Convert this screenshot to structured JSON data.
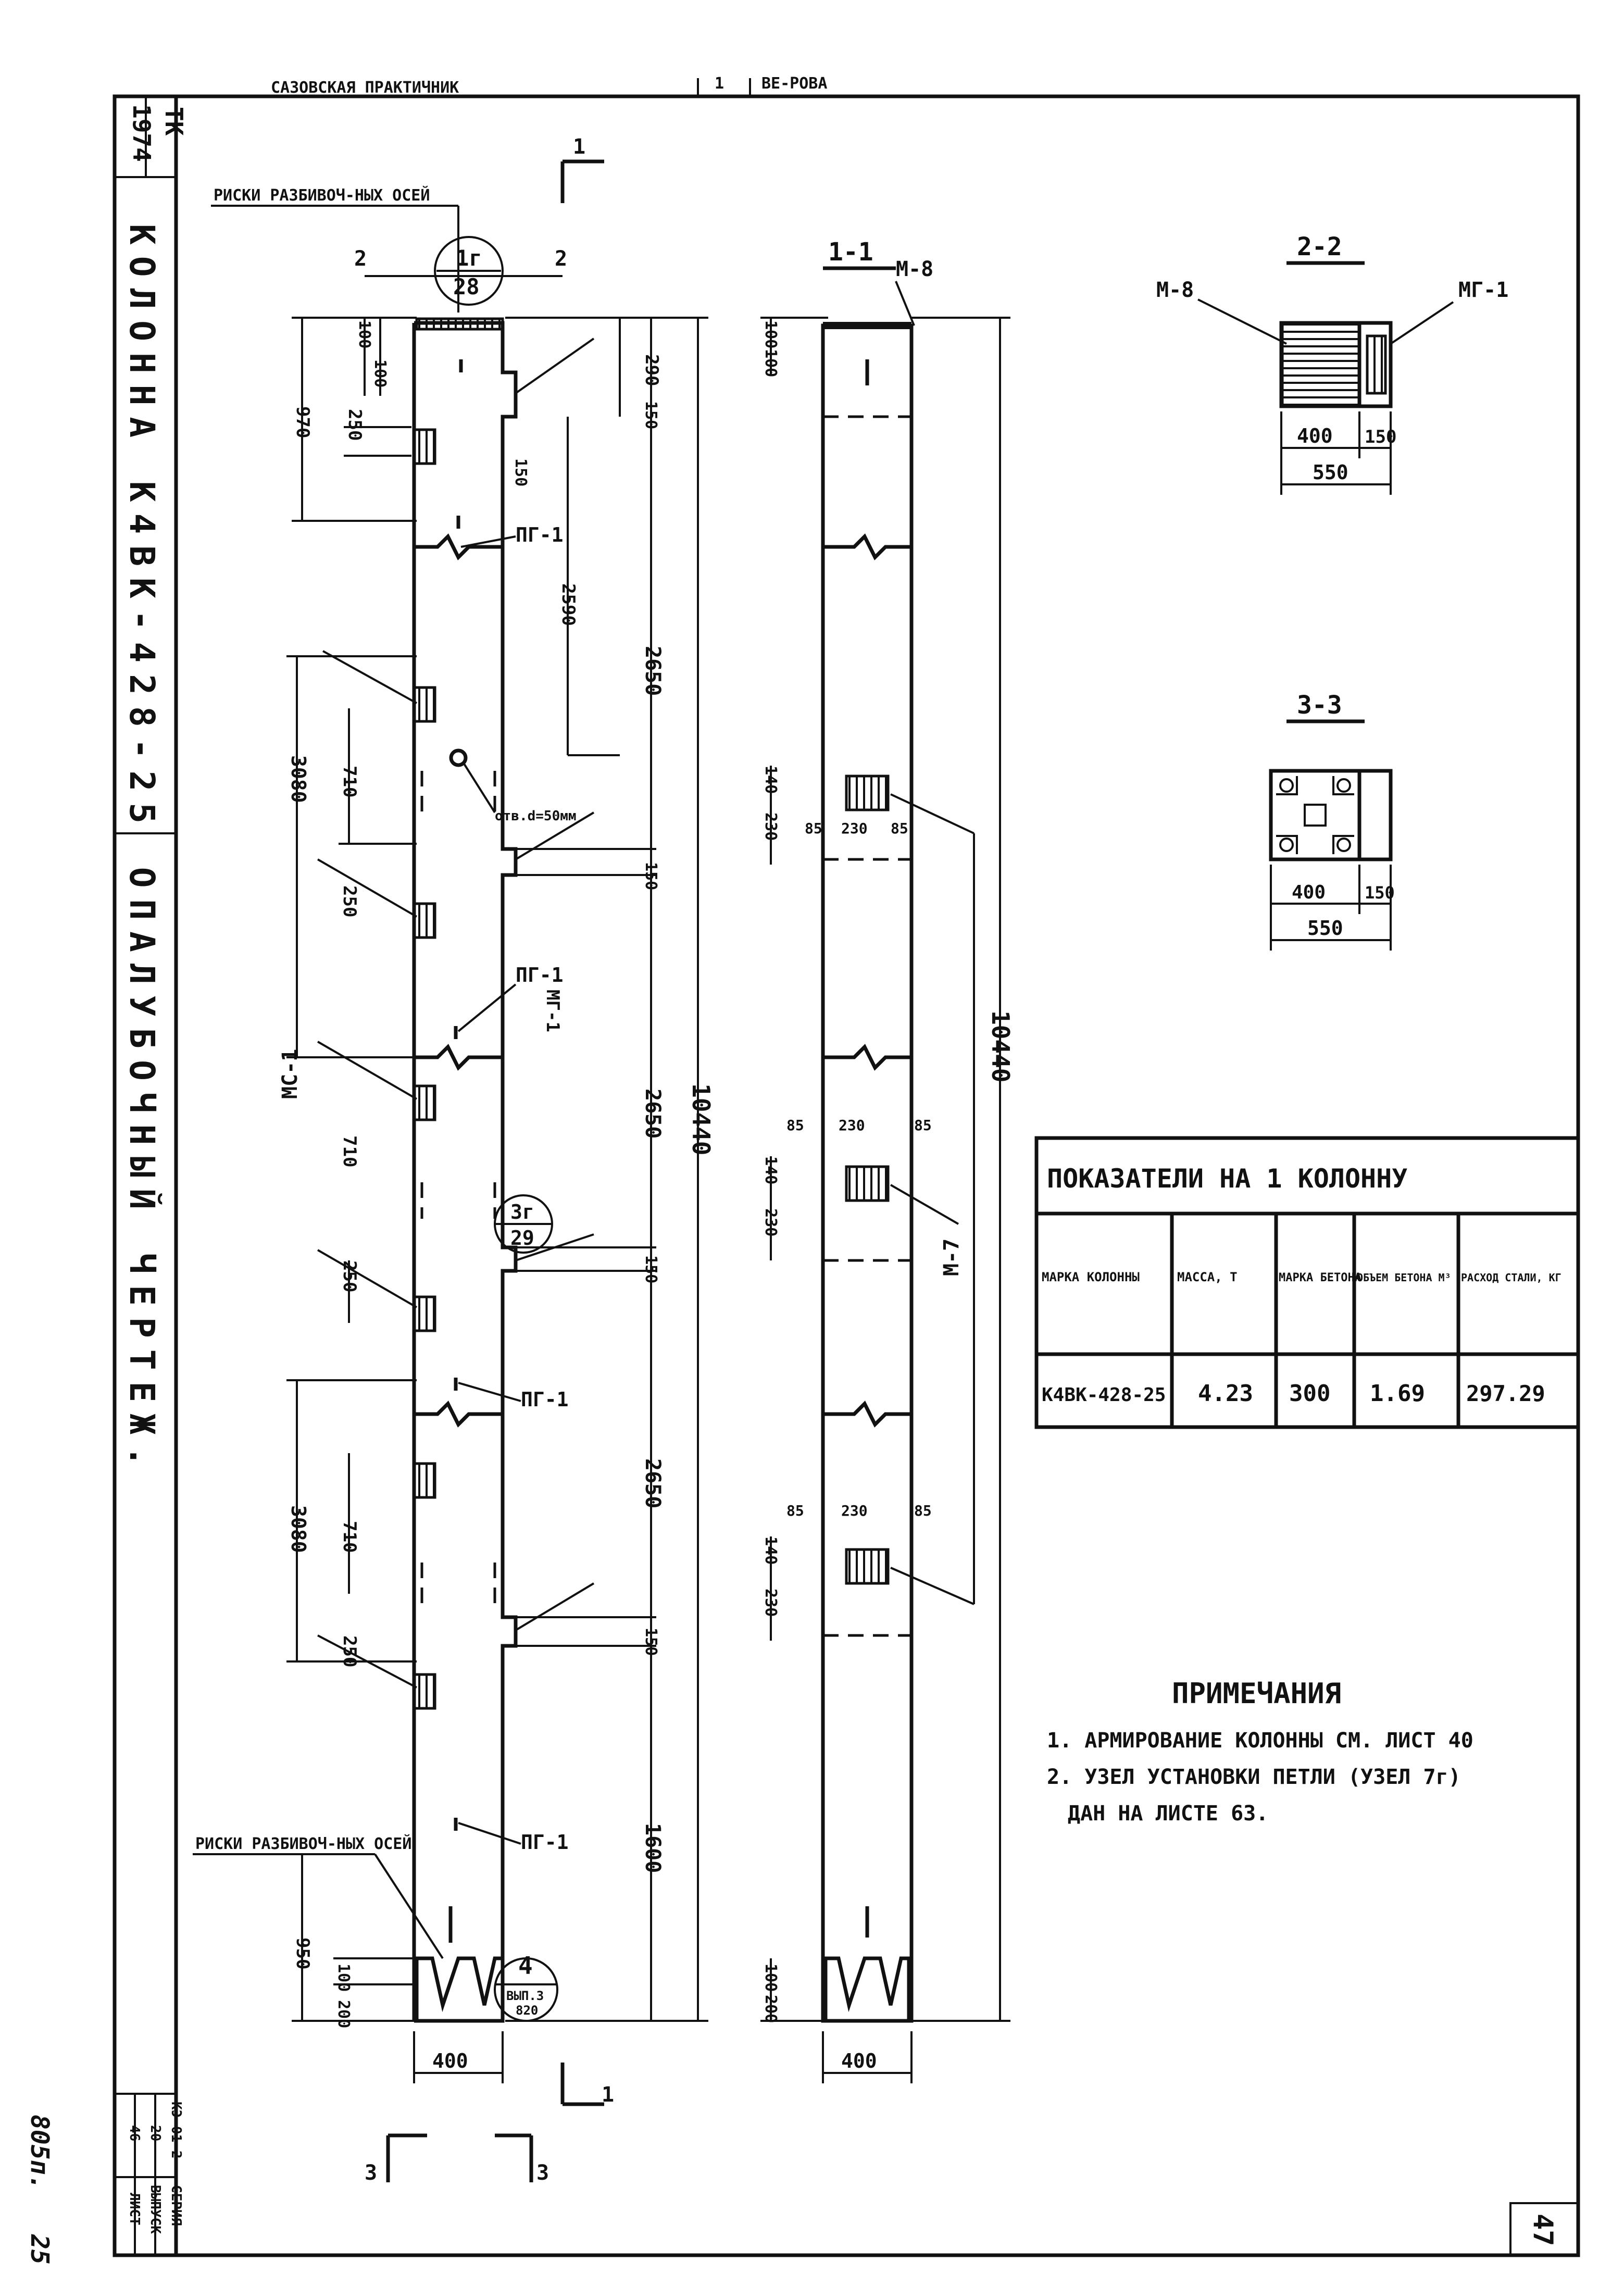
{
  "stamp": {
    "org": "ТК",
    "year": "1974",
    "top_strip_left": "САЗОВСКАЯ ПРАКТИЧНИК",
    "top_strip_num": "1",
    "top_strip_right": "ВЕ-РОВА"
  },
  "drawing_title": "КОЛОННА К4ВК-428-25   ОПАЛУБОЧНЫЙ ЧЕРТЕЖ.",
  "series_block": {
    "series_label": "СЕРИЯ",
    "series_value": "КЭ 01-2",
    "issue_label": "ВЫПУСК",
    "issue_value": "20",
    "sheet_label": "ЛИСТ",
    "sheet_value": "46"
  },
  "margin_notes": [
    "805п.",
    "25"
  ],
  "sheet_number": "47",
  "elevation": {
    "axis_marks_top": "РИСКИ РАЗБИВОЧ-НЫХ ОСЕЙ",
    "axis_marks_bottom": "РИСКИ РАЗБИВОЧ-НЫХ ОСЕЙ",
    "callout_top_num": "1г",
    "callout_top_sheet": "28",
    "callout_mid_num": "3г",
    "callout_mid_sheet": "29",
    "callout_bottom_num": "4",
    "callout_bottom_issue": "ВЫП.3",
    "callout_bottom_sheet": "820",
    "hole_label": "отв.d=50мм",
    "loop": "ПГ-1",
    "mc_left": "МС-1",
    "mc_right": "МГ-1",
    "section_1": "1",
    "section_2": "2",
    "section_3": "3",
    "dims": {
      "d100": "100",
      "d100b": "100",
      "d970": "970",
      "d250": "250",
      "d150": "150",
      "d290": "290",
      "d2590": "2590",
      "d2650": "2650",
      "d3080": "3080",
      "d710": "710",
      "d10440": "10440",
      "d1600": "1600",
      "d950": "950",
      "d200": "200",
      "d400": "400"
    }
  },
  "section_1_1": {
    "title": "1-1",
    "plate_top": "М-8",
    "plate_side": "М-7",
    "dims": {
      "d100": "100",
      "d140": "140",
      "d230": "230",
      "d85": "85",
      "d10440": "10440",
      "d200": "200",
      "d400": "400"
    }
  },
  "section_2_2": {
    "title": "2-2",
    "plate_left": "М-8",
    "plate_right": "МГ-1",
    "d400": "400",
    "d150": "150",
    "d550": "550"
  },
  "section_3_3": {
    "title": "3-3",
    "d400": "400",
    "d150": "150",
    "d550": "550"
  },
  "indicators": {
    "title": "ПОКАЗАТЕЛИ НА 1 КОЛОННУ",
    "headers": [
      "МАРКА КОЛОННЫ",
      "МАССА, Т",
      "МАРКА БЕТОНА",
      "ОБЪЕМ БЕТОНА М³",
      "РАСХОД СТАЛИ, КГ"
    ],
    "row": [
      "К4ВК-428-25",
      "4.23",
      "300",
      "1.69",
      "297.29"
    ]
  },
  "notes": {
    "title": "ПРИМЕЧАНИЯ",
    "items": [
      "1. АРМИРОВАНИЕ КОЛОННЫ СМ. ЛИСТ 40",
      "2. УЗЕЛ УСТАНОВКИ ПЕТЛИ (УЗЕЛ 7г)",
      "ДАН НА ЛИСТЕ 63."
    ]
  }
}
